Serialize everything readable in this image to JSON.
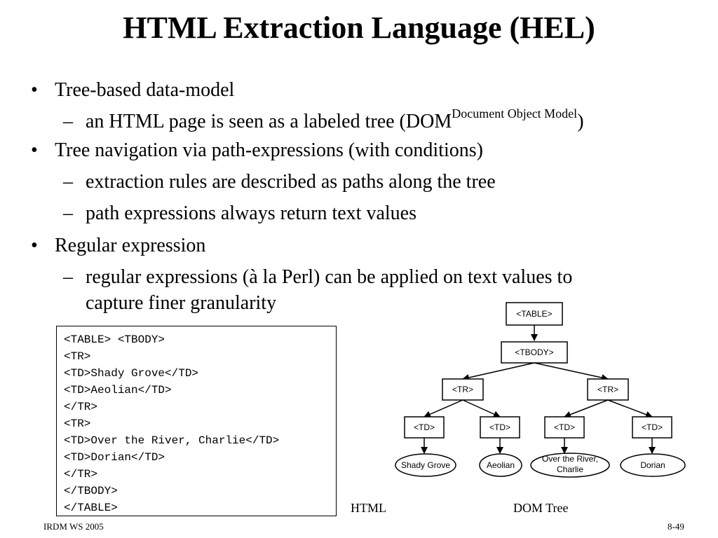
{
  "title": "HTML Extraction Language (HEL)",
  "bullets": [
    {
      "text": "Tree-based data-model"
    },
    {
      "text": "Tree navigation via path-expressions (with conditions)"
    },
    {
      "text": "Regular expression"
    }
  ],
  "subbullets": [
    {
      "text": "an HTML page is seen as a labeled tree (DOM",
      "sup": "Document Object Model",
      "after": ")"
    },
    {
      "text": "extraction rules are described as paths along the tree"
    },
    {
      "text": "path expressions always return text values"
    },
    {
      "line1": "regular expressions (à la Perl) can be applied on text values to",
      "line2": "capture finer granularity"
    }
  ],
  "code_lines": [
    "<TABLE> <TBODY>",
    "<TR>",
    "<TD>Shady Grove</TD>",
    "<TD>Aeolian</TD>",
    "</TR>",
    "<TR>",
    "<TD>Over the River, Charlie</TD>",
    "<TD>Dorian</TD>",
    "</TR>",
    "</TBODY>",
    "</TABLE>"
  ],
  "tree": {
    "table": "<TABLE>",
    "tbody": "<TBODY>",
    "tr": "<TR>",
    "td": "<TD>",
    "leaves": [
      "Shady Grove",
      "Aeolian",
      "Over the River,",
      "Charlie",
      "Dorian"
    ]
  },
  "captions": {
    "html": "HTML",
    "dom": "DOM Tree"
  },
  "footer": {
    "left": "IRDM  WS 2005",
    "right": "8-49"
  }
}
